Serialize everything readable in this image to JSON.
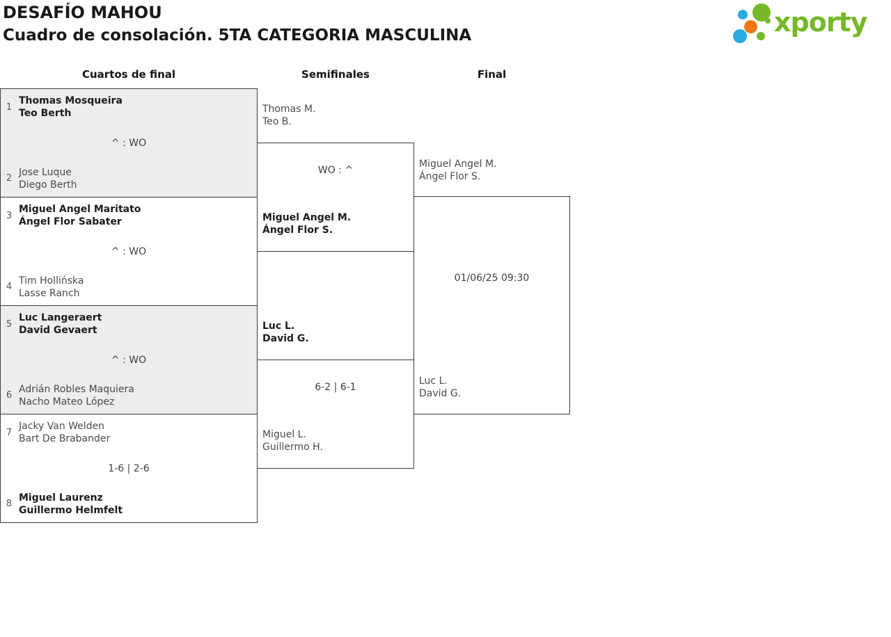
{
  "header": {
    "title_line1": "DESAFÍO MAHOU",
    "title_line2": "Cuadro de consolación. 5TA CATEGORIA MASCULINA",
    "logo_text": "xporty"
  },
  "colors": {
    "brand_green": "#76b82a",
    "brand_blue": "#29abe2",
    "brand_orange": "#ee7613",
    "box_border": "#3b3b3b",
    "block_fill_gray": "#ededed",
    "winner_text": "#1c1c1c",
    "team_text": "#4a4a4a"
  },
  "rounds": {
    "col1": "Cuartos de final",
    "col2": "Semifinales",
    "col3": "Final"
  },
  "bracket": {
    "quarterfinals": [
      {
        "seed_top": "1",
        "team_top": [
          "Thomas Mosqueira",
          "Teo Berth"
        ],
        "score": "^ : WO",
        "seed_bottom": "2",
        "team_bottom": [
          "Jose Luque",
          "Diego Berth"
        ]
      },
      {
        "seed_top": "3",
        "team_top": [
          "Miguel Angel Maritato",
          "Ángel Flor Sabater"
        ],
        "score": "^ : WO",
        "seed_bottom": "4",
        "team_bottom": [
          "Tim Hollińska",
          "Lasse Ranch"
        ]
      },
      {
        "seed_top": "5",
        "team_top": [
          "Luc Langeraert",
          "David Gevaert"
        ],
        "score": "^ : WO",
        "seed_bottom": "6",
        "team_bottom": [
          "Adrián Robles Maquiera",
          "Nacho Mateo López"
        ]
      },
      {
        "seed_top": "7",
        "team_top": [
          "Jacky Van Welden",
          "Bart De Brabander"
        ],
        "score": "1-6 | 2-6",
        "seed_bottom": "8",
        "team_bottom": [
          "Miguel Laurenz",
          "Guillermo Helmfelt"
        ]
      }
    ],
    "semifinals": [
      {
        "team_top": [
          "Thomas M.",
          "Teo B."
        ],
        "score": "WO : ^",
        "team_bottom": [
          "Miguel Angel M.",
          "Ángel Flor S."
        ]
      },
      {
        "team_top": [
          "Luc L.",
          "David G."
        ],
        "score": "6-2 | 6-1",
        "team_bottom": [
          "Miguel L.",
          "Guillermo H."
        ]
      }
    ],
    "final": {
      "team_top": [
        "Miguel Angel M.",
        "Ángel Flor S."
      ],
      "schedule": "01/06/25 09:30",
      "team_bottom": [
        "Luc L.",
        "David G."
      ]
    }
  }
}
